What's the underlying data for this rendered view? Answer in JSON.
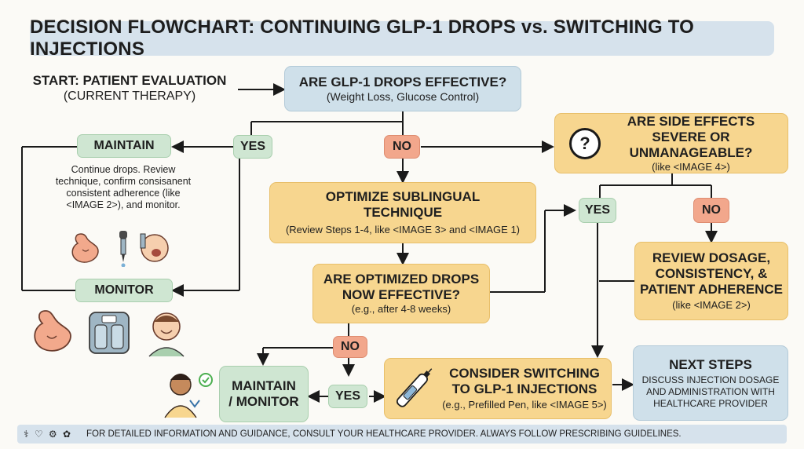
{
  "title": "DECISION FLOWCHART: CONTINUING GLP-1 DROPS vs. SWITCHING TO INJECTIONS",
  "start": {
    "line1": "START: PATIENT EVALUATION",
    "line2": "(CURRENT THERAPY)"
  },
  "q_effective": {
    "title": "ARE GLP-1 DROPS EFFECTIVE?",
    "sub": "(Weight Loss, Glucose Control)"
  },
  "maintain": {
    "title": "MAINTAIN",
    "body": "Continue drops. Review technique, confirm consisanent consistent adherence (like <IMAGE 2>), and monitor."
  },
  "monitor": {
    "title": "MONITOR"
  },
  "yes_label": "YES",
  "no_label": "NO",
  "question_mark": "?",
  "side_effects": {
    "title": "ARE SIDE EFFECTS SEVERE OR UNMANAGEABLE?",
    "sub": "(like <IMAGE 4>)"
  },
  "optimize": {
    "title": "OPTIMIZE  SUBLINGUAL TECHNIQUE",
    "sub": "(Review Steps 1-4, like <IMAGE 3> and <IMAGE 1)"
  },
  "optimized_effective": {
    "title": "ARE OPTIMIZED DROPS NOW EFFECTIVE?",
    "sub": "(e.g., after 4-8 weeks)"
  },
  "review_dosage": {
    "title": "REVIEW DOSAGE, CONSISTENCY, & PATIENT ADHERENCE",
    "sub": "(like <IMAGE 2>)"
  },
  "maintain_monitor": {
    "title": "MAINTAIN / MONITOR"
  },
  "consider_switch": {
    "title": "CONSIDER SWITCHING TO GLP-1 INJECTIONS",
    "sub": "(e.g., Prefilled Pen, like <IMAGE 5>)"
  },
  "next_steps": {
    "title": "NEXT STEPS",
    "body": "DISCUSS INJECTION DOSAGE AND ADMINISTRATION WITH HEALTHCARE PROVIDER"
  },
  "footer": {
    "text": "FOR DETAILED INFORMATION AND GUIDANCE, CONSULT YOUR HEALTHCARE PROVIDER. ALWAYS FOLLOW PRESCRIBING GUIDELINES."
  },
  "colors": {
    "orange": "#f7d68f",
    "blue": "#cfe0ea",
    "green": "#cfe6d2",
    "red": "#f2a78c"
  }
}
